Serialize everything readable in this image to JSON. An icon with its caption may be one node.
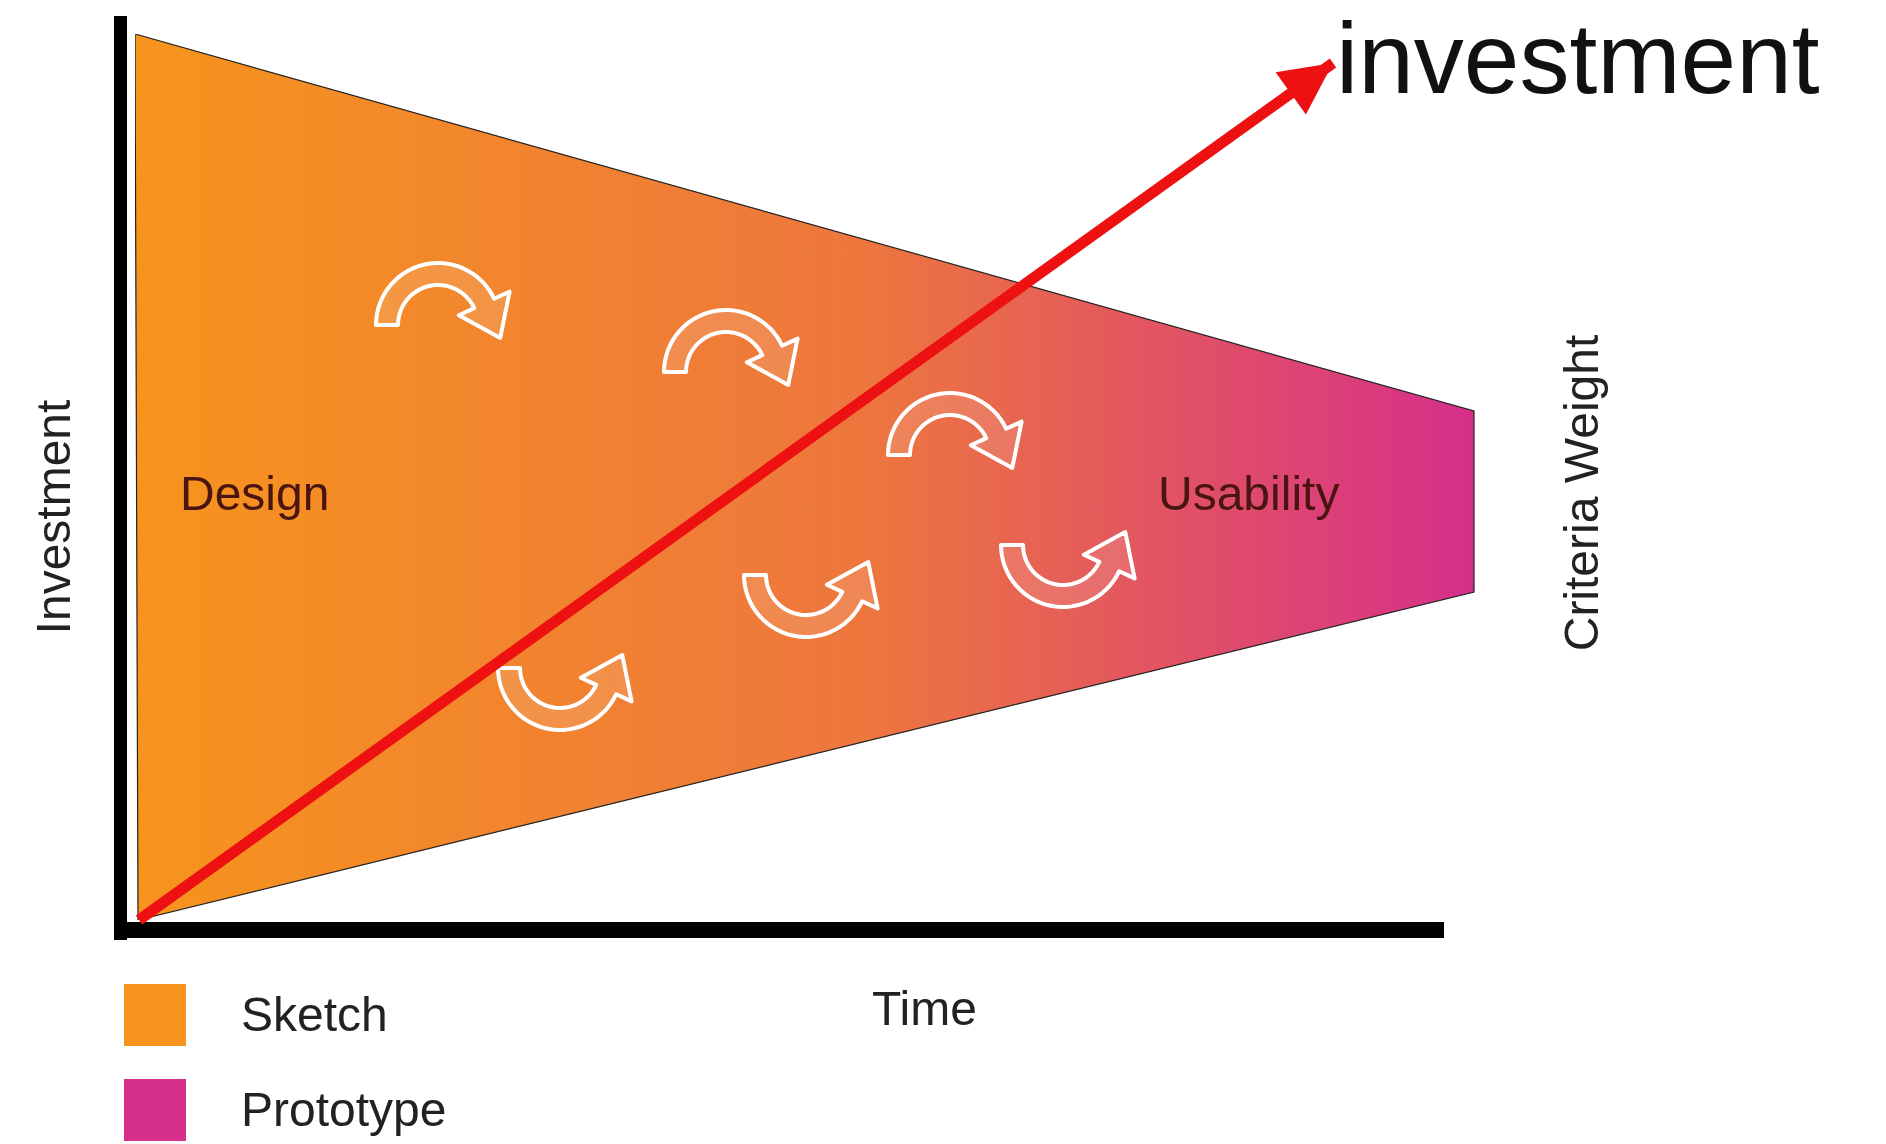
{
  "diagram": {
    "nodes": [
      {
        "text": [
          "Design",
          "Usability"
        ]
      },
      {
        "text": [
          "investment"
        ]
      }
    ],
    "edges": [
      {
        "from": 0,
        "to": 1,
        "arrow": "to",
        "color": "#ee1111"
      }
    ],
    "labels": [
      "Investment",
      "Criteria Weight",
      "Time"
    ],
    "legend": [
      {
        "text": "Sketch",
        "color": "#f7941d"
      },
      {
        "text": "Prototype",
        "color": "#d62f8a"
      }
    ]
  }
}
